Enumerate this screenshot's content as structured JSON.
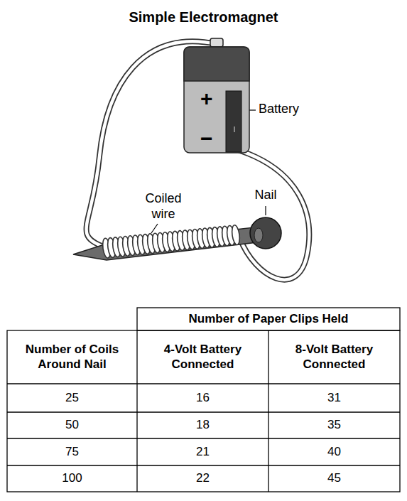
{
  "diagram": {
    "title": "Simple Electromagnet",
    "nodes": [
      {
        "text": [
          "+",
          "−"
        ]
      }
    ],
    "labels": [
      "Battery",
      "Coiled wire",
      "Nail",
      "Number of Paper Clips Held",
      "Number of Coils Around Nail",
      "4-Volt Battery Connected",
      "8-Volt Battery Connected",
      "25",
      "16",
      "31",
      "50",
      "18",
      "35",
      "75",
      "21",
      "40",
      "100",
      "22",
      "45"
    ]
  }
}
